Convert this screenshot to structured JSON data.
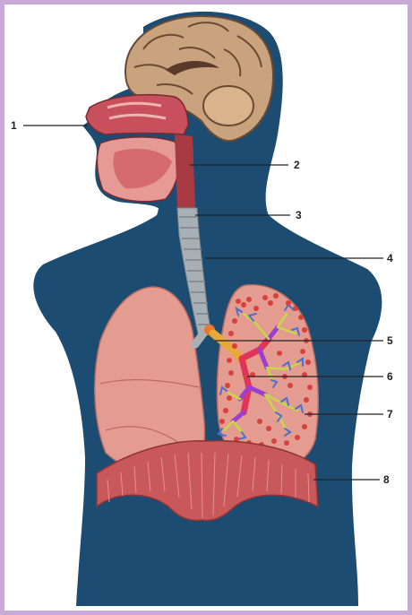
{
  "diagram": {
    "labels": [
      {
        "id": "1",
        "text": "1"
      },
      {
        "id": "2",
        "text": "2"
      },
      {
        "id": "3",
        "text": "3"
      },
      {
        "id": "4",
        "text": "4"
      },
      {
        "id": "5",
        "text": "5"
      },
      {
        "id": "6",
        "text": "6"
      },
      {
        "id": "7",
        "text": "7"
      },
      {
        "id": "8",
        "text": "8"
      }
    ]
  },
  "colors": {
    "frame": "#c9a9d8",
    "body_silhouette": "#1d4c72",
    "lung": "#e39c8f",
    "diaphragm": "#c9585a",
    "trachea": "#a9b0b5",
    "nasal_oral": "#c8505c",
    "brain": "#c8a37e",
    "bronchi_primary": "#e8a838",
    "bronchi_secondary": "#e0345a",
    "bronchi_tertiary": "#9b3fd0",
    "bronchioles": "#c6d84a",
    "alveoli": "#d8403e"
  }
}
